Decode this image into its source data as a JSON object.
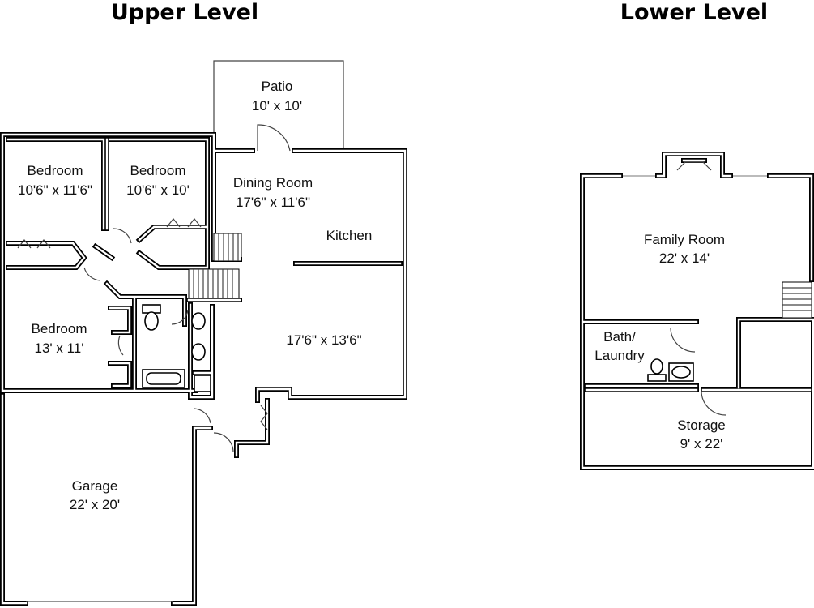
{
  "headings": {
    "upper": "Upper Level",
    "lower": "Lower Level"
  },
  "upper_rooms": {
    "patio": {
      "name": "Patio",
      "size": "10' x 10'"
    },
    "bedroom_nw": {
      "name": "Bedroom",
      "size": "10'6\" x 11'6\""
    },
    "bedroom_ne": {
      "name": "Bedroom",
      "size": "10'6\" x 10'"
    },
    "dining": {
      "name": "Dining Room",
      "size": "17'6\" x 11'6\""
    },
    "kitchen": {
      "name": "Kitchen"
    },
    "bedroom_w": {
      "name": "Bedroom",
      "size": "13' x 11'"
    },
    "living": {
      "size": "17'6\" x 13'6\""
    },
    "garage": {
      "name": "Garage",
      "size": "22' x 20'"
    }
  },
  "lower_rooms": {
    "family": {
      "name": "Family Room",
      "size": "22' x 14'"
    },
    "bath": {
      "line1": "Bath/",
      "line2": "Laundry"
    },
    "storage": {
      "name": "Storage",
      "size": "9' x 22'"
    }
  }
}
